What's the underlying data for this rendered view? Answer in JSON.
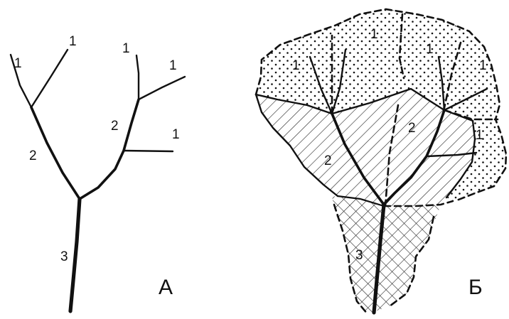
{
  "diagram_a": {
    "panel_label": "А",
    "labels": [
      "1",
      "1",
      "1",
      "1",
      "1",
      "2",
      "2",
      "3"
    ]
  },
  "diagram_b": {
    "panel_label": "Б",
    "labels": [
      "1",
      "1",
      "1",
      "1",
      "1",
      "2",
      "2",
      "3"
    ],
    "zone_patterns": {
      "order_1": "dotted",
      "order_2": "diagonal-hatched",
      "order_3": "cross-hatched"
    }
  },
  "colors": {
    "ink": "#111111",
    "background": "#ffffff"
  }
}
